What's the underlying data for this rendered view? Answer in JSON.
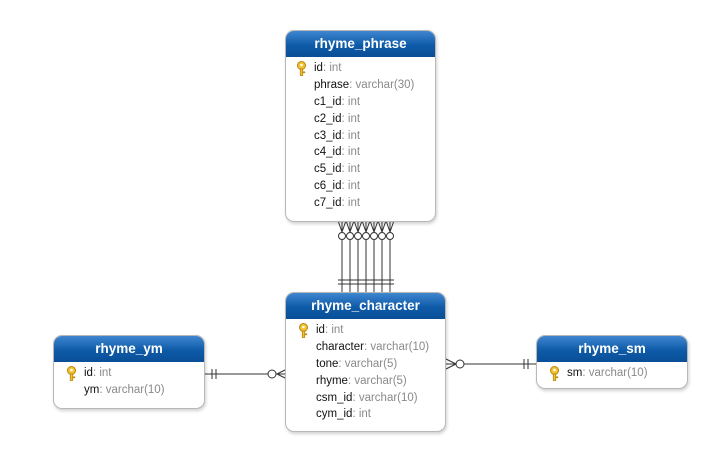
{
  "entities": {
    "phrase": {
      "title": "rhyme_phrase",
      "fields": [
        {
          "name": "id",
          "type": ": int",
          "pk": true
        },
        {
          "name": "phrase",
          "type": ": varchar(30)"
        },
        {
          "name": "c1_id",
          "type": ": int"
        },
        {
          "name": "c2_id",
          "type": ": int"
        },
        {
          "name": "c3_id",
          "type": ": int"
        },
        {
          "name": "c4_id",
          "type": ": int"
        },
        {
          "name": "c5_id",
          "type": ": int"
        },
        {
          "name": "c6_id",
          "type": ": int"
        },
        {
          "name": "c7_id",
          "type": ": int"
        }
      ]
    },
    "character": {
      "title": "rhyme_character",
      "fields": [
        {
          "name": "id",
          "type": ": int",
          "pk": true
        },
        {
          "name": "character",
          "type": ": varchar(10)"
        },
        {
          "name": "tone",
          "type": ": varchar(5)"
        },
        {
          "name": "rhyme",
          "type": ": varchar(5)"
        },
        {
          "name": "csm_id",
          "type": ": varchar(10)"
        },
        {
          "name": "cym_id",
          "type": ": int"
        }
      ]
    },
    "ym": {
      "title": "rhyme_ym",
      "fields": [
        {
          "name": "id",
          "type": ": int",
          "pk": true
        },
        {
          "name": "ym",
          "type": ": varchar(10)"
        }
      ]
    },
    "sm": {
      "title": "rhyme_sm",
      "fields": [
        {
          "name": "sm",
          "type": ": varchar(10)",
          "pk": true
        }
      ]
    }
  },
  "colors": {
    "header": "#0e5aa8",
    "line": "#333333",
    "key": "#f2c230"
  }
}
